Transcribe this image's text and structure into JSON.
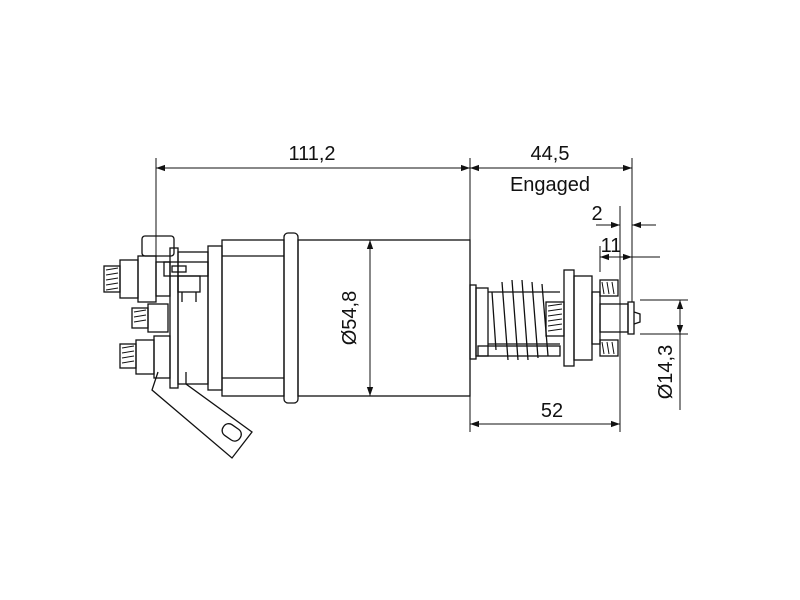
{
  "diagram": {
    "dimensions": {
      "overall_length": "111,2",
      "engaged_travel": "44,5",
      "engaged_label": "Engaged",
      "gap": "2",
      "stud_offset": "11",
      "body_diameter": "Ø54,8",
      "plunger_length": "52",
      "plunger_diameter": "Ø14,3"
    }
  }
}
